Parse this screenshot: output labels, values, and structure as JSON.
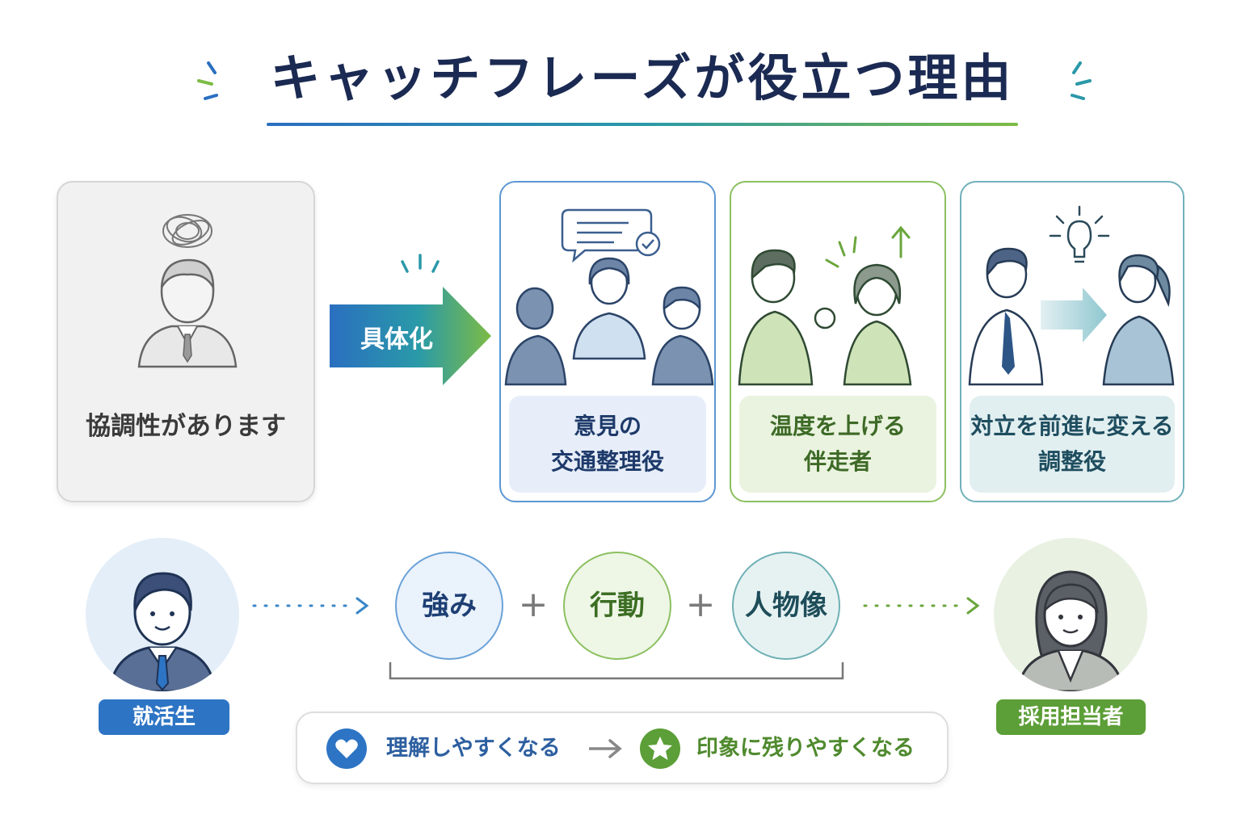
{
  "title": "キャッチフレーズが役立つ理由",
  "source": {
    "text": "協調性があります"
  },
  "transform": {
    "label": "具体化"
  },
  "outcomes": [
    {
      "label": "意見の\n交通整理役"
    },
    {
      "label": "温度を上げる\n伴走者"
    },
    {
      "label": "対立を前進に変える\n調整役"
    }
  ],
  "flow": {
    "student_label": "就活生",
    "recruiter_label": "採用担当者",
    "elements": [
      "強み",
      "行動",
      "人物像"
    ],
    "plus": "+"
  },
  "benefits": {
    "first": "理解しやすくなる",
    "second": "印象に残りやすくなる"
  },
  "colors": {
    "navy": "#1b2a52",
    "blue": "#2d74c4",
    "green": "#5c9e37",
    "teal": "#2a98a8"
  },
  "icons": {
    "confused": "tangle-icon",
    "chat": "speech-bubble-check-icon",
    "idea": "lightbulb-icon",
    "heart": "heart-icon",
    "star": "star-icon"
  }
}
